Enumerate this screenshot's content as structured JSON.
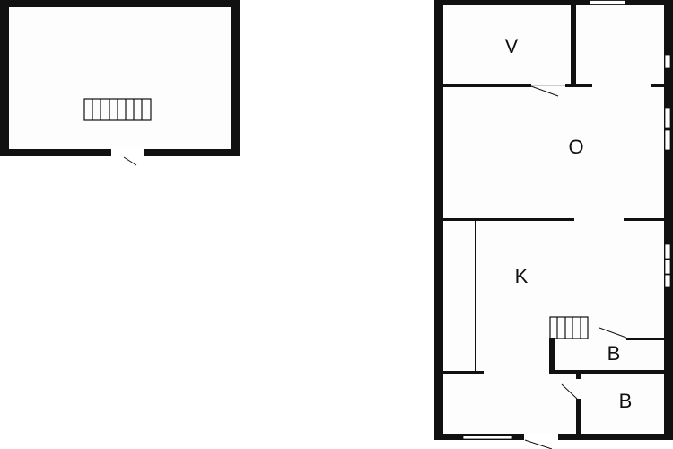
{
  "plan": {
    "wall_color": "#111111",
    "floor_color": "#fdfdfd",
    "rooms": [
      {
        "id": "v",
        "label": "V"
      },
      {
        "id": "o",
        "label": "O"
      },
      {
        "id": "k",
        "label": "K"
      },
      {
        "id": "b1",
        "label": "B"
      },
      {
        "id": "b2",
        "label": "B"
      }
    ],
    "icons": [
      "stairs-icon",
      "door-swing-icon",
      "window-icon"
    ]
  }
}
